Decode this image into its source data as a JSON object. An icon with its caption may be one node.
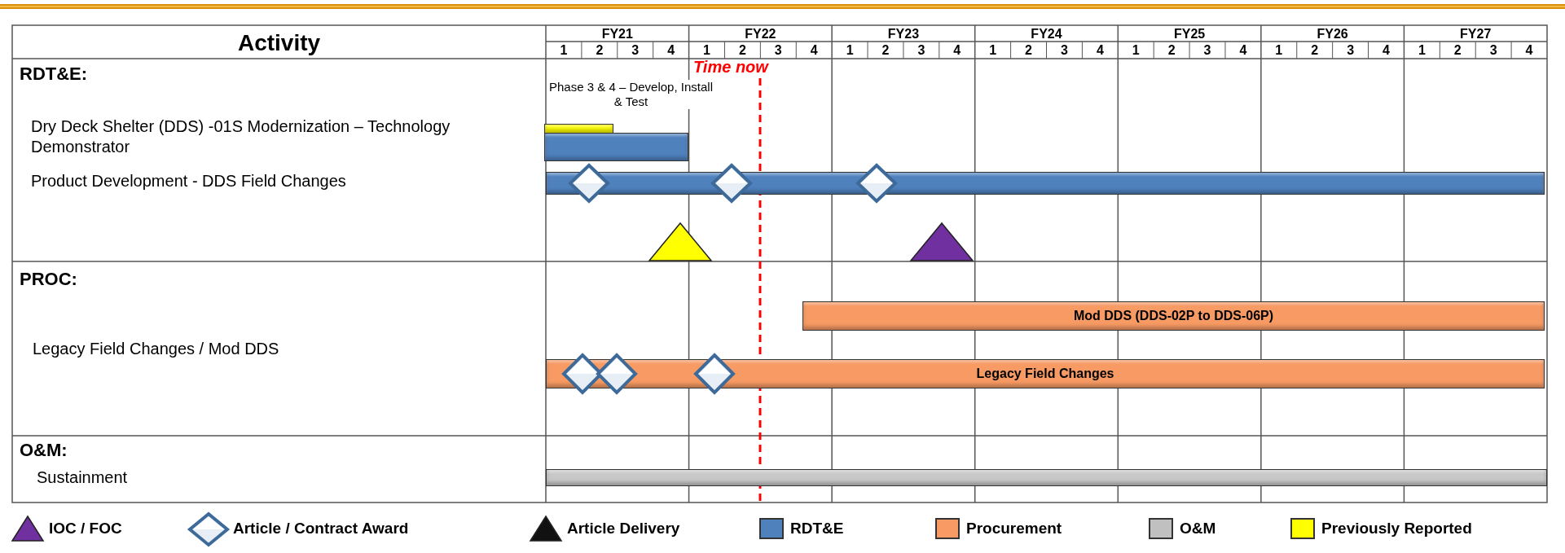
{
  "diagram": {
    "nodes": [
      {
        "text": [],
        "shape": "bar"
      },
      {
        "text": [],
        "shape": "bar"
      },
      {
        "text": [],
        "shape": "bar"
      },
      {
        "text": [],
        "shape": "diamond"
      },
      {
        "text": [],
        "shape": "diamond"
      },
      {
        "text": [],
        "shape": "diamond"
      },
      {
        "text": [],
        "shape": "triangle"
      },
      {
        "text": [],
        "shape": "triangle"
      },
      {
        "text": [
          "Mod DDS (DDS-02P to DDS-06P)"
        ]
      },
      {
        "text": [],
        "shape": "diamond"
      },
      {
        "text": [],
        "shape": "diamond"
      },
      {
        "text": [],
        "shape": "diamond"
      },
      {
        "text": [
          "Legacy Field Changes"
        ]
      },
      {
        "text": [],
        "shape": "bar"
      }
    ],
    "edges": [],
    "labels": [
      "Activity",
      "FY21",
      "FY22",
      "FY23",
      "FY24",
      "FY25",
      "FY26",
      "FY27",
      "1",
      "2",
      "3",
      "4",
      "1",
      "2",
      "3",
      "4",
      "1",
      "2",
      "3",
      "4",
      "1",
      "2",
      "3",
      "4",
      "1",
      "2",
      "3",
      "4",
      "1",
      "2",
      "3",
      "4",
      "1",
      "2",
      "3",
      "4",
      "RDT&E:",
      "Time now",
      "Phase 3 & 4 – Develop, Install & Test",
      "Dry Deck Shelter (DDS) -01S Modernization – Technology Demonstrator",
      "Product Development - DDS Field Changes",
      "PROC:",
      "Legacy Field Changes / Mod DDS",
      "O&M:",
      "Sustainment"
    ],
    "legend": [
      {
        "text": "IOC / FOC"
      },
      {
        "text": "Article / Contract Award"
      },
      {
        "text": "Article Delivery"
      },
      {
        "text": "RDT&E",
        "color": "#4f81bd"
      },
      {
        "text": "Procurement",
        "color": "#f79a64"
      },
      {
        "text": "O&M",
        "color": "#c0c0c0"
      },
      {
        "text": "Previously Reported",
        "color": "#ffff00"
      }
    ]
  }
}
